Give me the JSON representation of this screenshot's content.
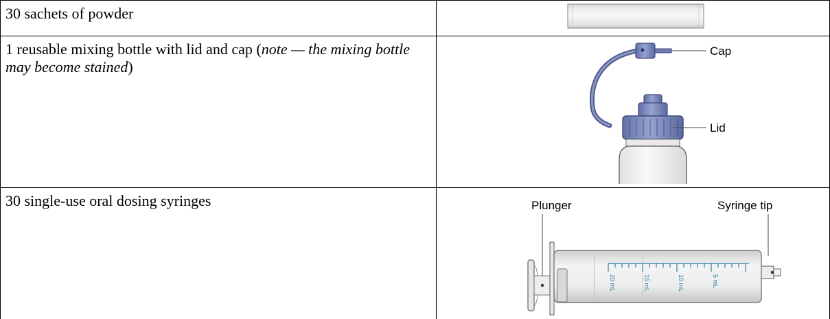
{
  "rows": [
    {
      "item": "30 sachets of powder",
      "illustration": "sachet-illustration"
    },
    {
      "item_plain": "1 reusable mixing bottle with lid and cap (",
      "item_italic": "note — the mixing bottle may become stained",
      "item_close": ")",
      "illustration": "mixing-bottle-illustration",
      "labels": {
        "cap": "Cap",
        "lid": "Lid"
      }
    },
    {
      "item": "30 single-use oral dosing syringes",
      "illustration": "oral-syringe-illustration",
      "labels": {
        "plunger": "Plunger",
        "tip": "Syringe tip"
      },
      "scale": {
        "mark_20": "20 mL",
        "mark_15": "15 mL",
        "mark_10": "10 mL",
        "mark_5": "5 mL"
      }
    }
  ]
}
